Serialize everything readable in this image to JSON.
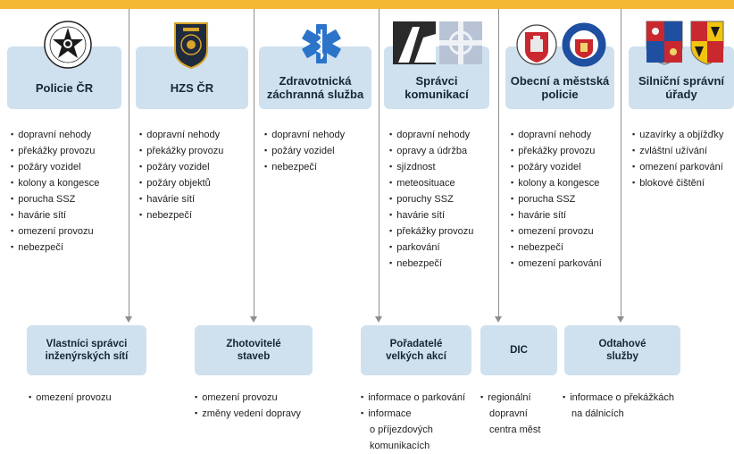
{
  "top_orgs": [
    {
      "name": "Policie ČR",
      "items": [
        "dopravní nehody",
        "překážky provozu",
        "požáry vozidel",
        "kolony a kongesce",
        "porucha SSZ",
        "havárie sítí",
        "omezení provozu",
        "nebezpečí"
      ]
    },
    {
      "name": "HZS ČR",
      "items": [
        "dopravní nehody",
        "překážky provozu",
        "požáry vozidel",
        "požáry objektů",
        "havárie sítí",
        "nebezpečí"
      ]
    },
    {
      "name": "Zdravotnická záchranná služba",
      "items": [
        "dopravní nehody",
        "požáry vozidel",
        "nebezpečí"
      ]
    },
    {
      "name": "Správci komunikací",
      "items": [
        "dopravní nehody",
        "opravy a údržba",
        "sjízdnost",
        "meteosituace",
        "poruchy SSZ",
        "havárie sítí",
        "překážky provozu",
        "parkování",
        "nebezpečí"
      ]
    },
    {
      "name": "Obecní a městská policie",
      "items": [
        "dopravní nehody",
        "překážky provozu",
        "požáry vozidel",
        "kolony a kongesce",
        "porucha SSZ",
        "havárie sítí",
        "omezení provozu",
        "nebezpečí",
        "omezení parkování"
      ]
    },
    {
      "name": "Silniční správní úřady",
      "items": [
        "uzavírky a objížďky",
        "zvláštní užívání",
        "omezení parkování",
        "blokové čištění"
      ]
    }
  ],
  "bottom_orgs": [
    {
      "name": "Vlastníci správci inženýrských sítí",
      "items": [
        "omezení provozu"
      ]
    },
    {
      "name": "Zhotovitelé staveb",
      "items": [
        "omezení provozu",
        "změny vedení dopravy"
      ]
    },
    {
      "name": "Pořadatelé velkých akcí",
      "items": [
        "informace o parkování",
        "informace",
        "o příjezdových",
        "komunikacích"
      ]
    },
    {
      "name": "DIC",
      "items": [
        "regionální",
        "dopravní",
        "centra měst"
      ]
    },
    {
      "name": "Odtahové služby",
      "items": [
        "informace o překážkách",
        "na dálnicích"
      ]
    }
  ],
  "logos": {
    "policie": "police-star-badge-icon",
    "hzs": "firefighter-badge-icon",
    "zzs": "star-of-life-icon",
    "spravci": "road-icon",
    "mestska": "city-coat-of-arms-icon",
    "ssu": "regional-coat-of-arms-icon"
  },
  "colors": {
    "top_bar": "#f4b731",
    "card": "#cfe0ee",
    "card_text": "#152636",
    "connector": "#8f8f8f"
  }
}
